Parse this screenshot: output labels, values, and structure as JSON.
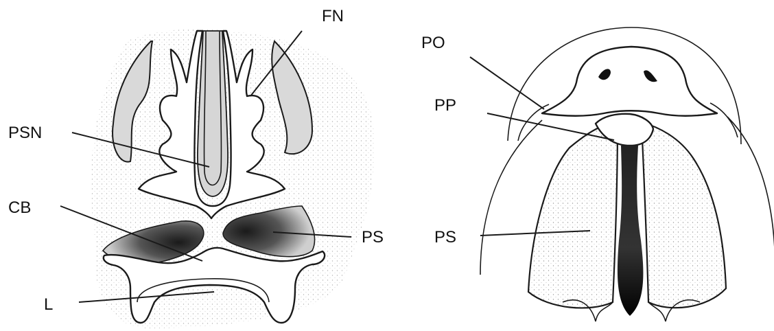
{
  "left_figure": {
    "labels": {
      "fn": "FN",
      "psn": "PSN",
      "cb": "CB",
      "ps": "PS",
      "l": "L"
    }
  },
  "right_figure": {
    "labels": {
      "po": "PO",
      "pp": "PP",
      "ps": "PS"
    }
  }
}
